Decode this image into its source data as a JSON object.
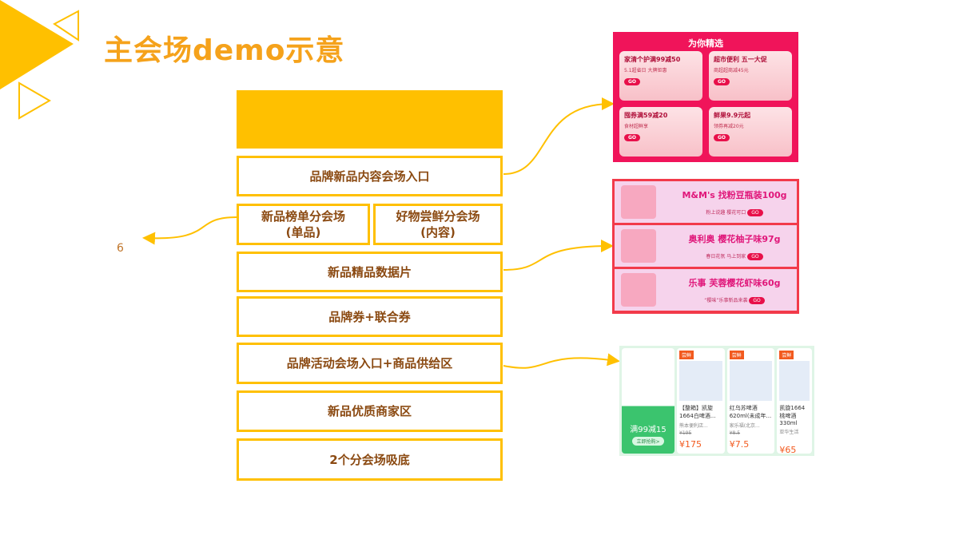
{
  "title": "主会场demo示意",
  "colors": {
    "accent": "#FFC000",
    "title": "#F5A21B",
    "text": "#8B4A12"
  },
  "boxes": [
    "品牌新品内容会场入口",
    "新品榜单分会场\n(单品)",
    "好物尝鲜分会场\n(内容)",
    "新品精品数据片",
    "品牌券+联合券",
    "品牌活动会场入口+商品供给区",
    "新品优质商家区",
    "2个分会场吸底"
  ],
  "side_label": "6",
  "shot1": {
    "heading": "为你精选",
    "cards": [
      {
        "t": "家清个护满99减50",
        "s": "5.1超省日 大牌钜惠"
      },
      {
        "t": "超市便利 五一大促",
        "s": "商超超商减45元"
      },
      {
        "t": "囤券满59减20",
        "s": "食材超鲜享"
      },
      {
        "t": "鲜果9.9元起",
        "s": "领券再减20元"
      }
    ],
    "go": "GO"
  },
  "shot2": {
    "cards": [
      {
        "t": "M&M's 找粉豆瓶装100g",
        "s": "粉上说趣 樱花可口"
      },
      {
        "t": "奥利奥 樱花柚子味97g",
        "s": "春日花氛 马上到家"
      },
      {
        "t": "乐事 芙蓉樱花虾味60g",
        "s": "“樱味”乐事新品来袭"
      }
    ],
    "go": "GO"
  },
  "shot3": {
    "promo": "满99减15",
    "promo_btn": "立即抢购>",
    "products": [
      {
        "tag": "尝鲜",
        "name": "【整箱】凯旋1664白啤酒...",
        "shop": "熊本便利店...",
        "old": "¥195",
        "price": "¥175"
      },
      {
        "tag": "尝鲜",
        "name": "红乌苏啤酒620ml(未成年...",
        "shop": "家乐福(北京...",
        "old": "¥8.5",
        "price": "¥7.5"
      },
      {
        "tag": "尝鲜",
        "name": "凯旋1664 桃啤酒 330ml",
        "shop": "亚华生活",
        "old": "",
        "price": "¥65"
      }
    ]
  }
}
